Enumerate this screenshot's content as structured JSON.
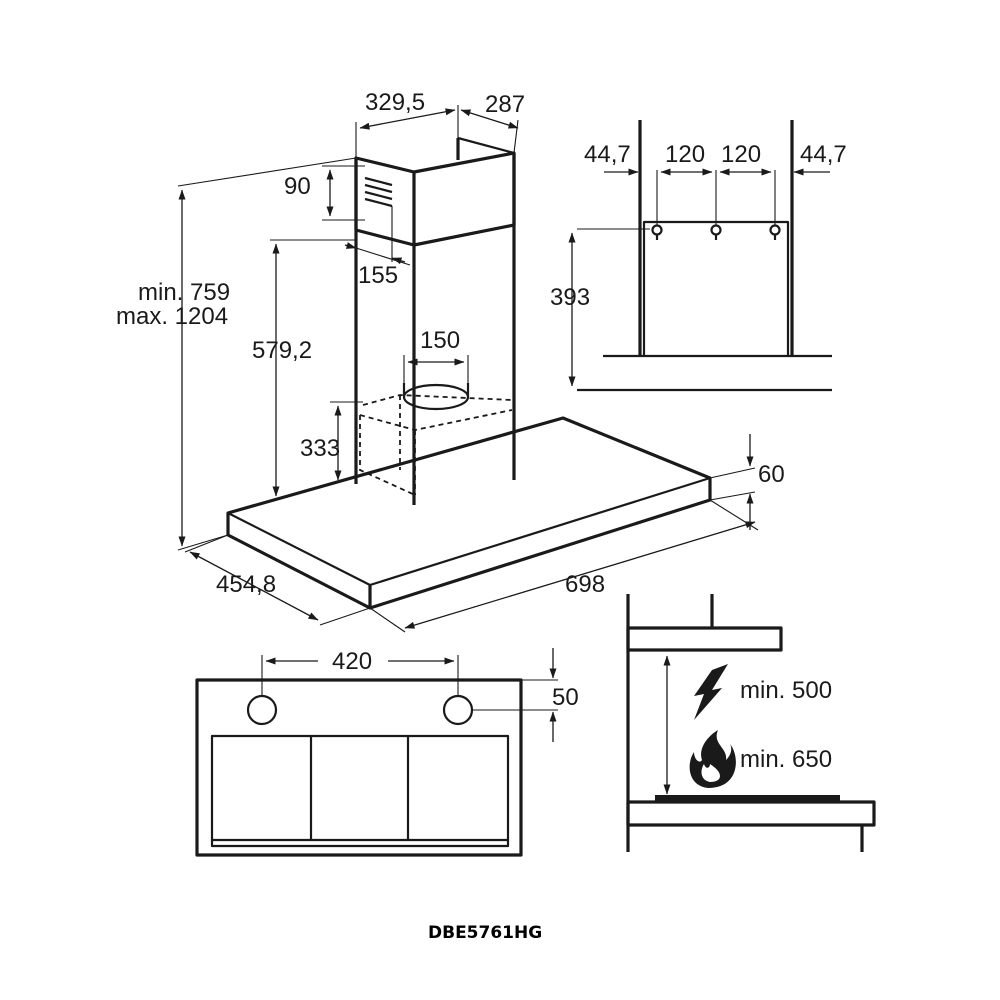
{
  "model": "DBE5761HG",
  "main_view": {
    "chimney_width": "329,5",
    "chimney_depth": "287",
    "vent_height": "90",
    "vent_offset": "155",
    "chimney_lower": "579,2",
    "outlet_diameter": "150",
    "motor_height": "333",
    "height_min": "min. 759",
    "height_max": "max. 1204",
    "hood_thickness": "60",
    "hood_depth": "454,8",
    "hood_width": "698"
  },
  "bracket_view": {
    "edge_left": "44,7",
    "spacing_left": "120",
    "spacing_right": "120",
    "edge_right": "44,7",
    "bracket_height": "393"
  },
  "bottom_view": {
    "light_spacing": "420",
    "light_offset": "50"
  },
  "clearance_view": {
    "electric_min": "min. 500",
    "gas_min": "min. 650"
  }
}
